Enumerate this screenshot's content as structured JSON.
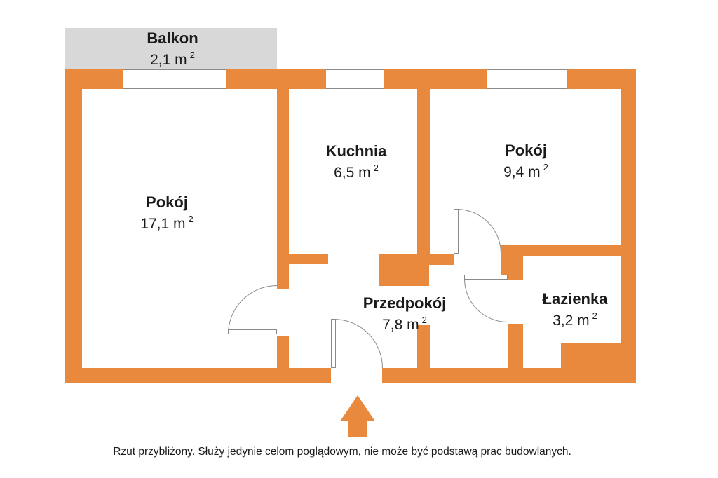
{
  "balcony": {
    "name": "Balkon",
    "area": "2,1 m",
    "sup": "2"
  },
  "rooms": [
    {
      "name": "Pokój",
      "area": "17,1 m",
      "sup": "2"
    },
    {
      "name": "Kuchnia",
      "area": "6,5 m",
      "sup": "2"
    },
    {
      "name": "Pokój",
      "area": "9,4 m",
      "sup": "2"
    },
    {
      "name": "Przedpokój",
      "area": "7,8 m",
      "sup": "2"
    },
    {
      "name": "Łazienka",
      "area": "3,2 m",
      "sup": "2"
    }
  ],
  "disclaimer": "Rzut przybliżony. Służy jedynie celom poglądowym, nie może być podstawą prac budowlanych.",
  "icons": {
    "entrance": "arrow-up-icon"
  },
  "colors": {
    "wall": "#E8893D",
    "balcony": "#D8D8D8",
    "outline": "#8A8A8A",
    "text": "#1A1A1A"
  }
}
